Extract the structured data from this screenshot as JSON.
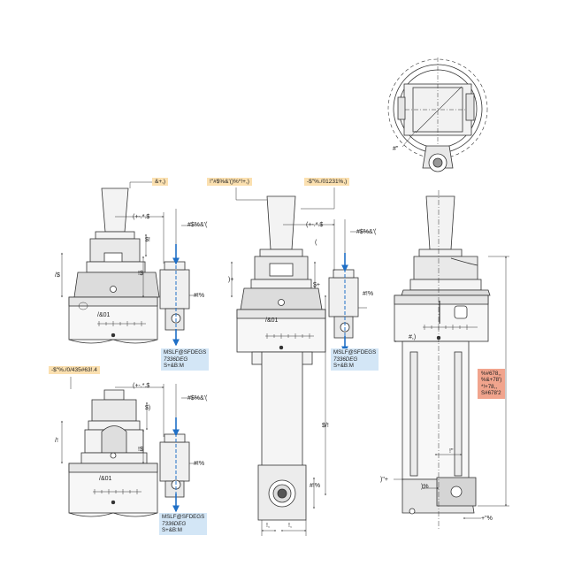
{
  "callouts": {
    "top_left": "&+,)",
    "top_mid": "!\"#$%&'()%*!+,)",
    "top_mid_right": "-$\"%./01231%,)",
    "mid_left": "-$\"%./0/435#63!.4",
    "tool_setter_1": [
      "MSLF@SFDEGS",
      "7336DEG",
      "S+&B:M"
    ],
    "tool_setter_2": [
      "MSLF@SFDEGS",
      "7336DEG",
      "S+&B:M"
    ],
    "tool_setter_3": [
      "MSLF@SFDEGS",
      "7336DEG",
      "S+&B:M"
    ],
    "right_note": [
      "%#678,,",
      "%&+78')",
      "*!+78,,",
      "S#678'2"
    ]
  },
  "labels": {
    "v1_top_dim": "(+-.*.$",
    "v1_right_dim": "#$%&'(",
    "v1_s1": "$!",
    "v1_s": "/$",
    "v1_s2": "!$",
    "v1_face": "#!%",
    "v1_brand": "/&01",
    "v2_top_dim": "(+-.*.$",
    "v2_right_dim": "#$%&'(",
    "v2_l": "(",
    "v2_plus": ")+",
    "v2_splus": "$+",
    "v2_face": "#!%",
    "v2_brand": "/&01",
    "v2_length": "$/!",
    "v2_bottom": "#!%",
    "v2_b1": "!,",
    "v2_b2": "!,",
    "v3_top_dim": "(+-.*.$",
    "v3_right_dim": "#$%&'(",
    "v3_s1": "$)",
    "v3_s": "/!",
    "v3_s2": "!$",
    "v3_face": "#!%",
    "v3_brand": "/&01",
    "v4_width": "#,)",
    "v4_bar": "!\"",
    "v4_left": ")\"+",
    "v4_mid": ")%",
    "v4_bottom": "+\"%",
    "top_view": "#\""
  },
  "colors": {
    "accent_blue": "#1f6fc6",
    "callout_yellow": "#fbe0b0",
    "callout_blue": "#d3e6f6",
    "callout_red": "#f1a48d"
  }
}
